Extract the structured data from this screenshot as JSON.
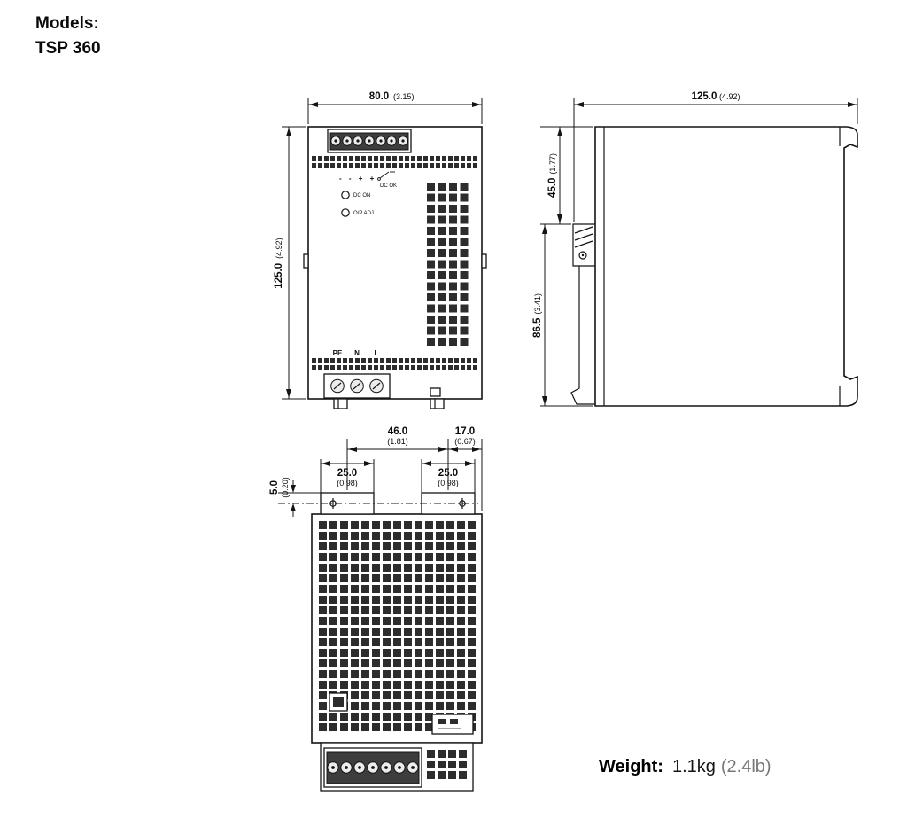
{
  "header": {
    "models_label": "Models:",
    "model_name": "TSP 360"
  },
  "front_view": {
    "dim_width": {
      "mm": "80.0",
      "inch": "(3.15)"
    },
    "dim_height": {
      "mm": "125.0",
      "inch": "(4.92)"
    },
    "terminal_labels": "- -  + +",
    "dc_ok_label": "DC OK",
    "dc_on_label": "DC ON",
    "op_adj_label": "O/P ADJ.",
    "pe_label": "PE",
    "n_label": "N",
    "l_label": "L"
  },
  "side_view": {
    "dim_width": {
      "mm": "125.0",
      "inch": "(4.92)"
    },
    "dim_upper": {
      "mm": "45.0",
      "inch": "(1.77)"
    },
    "dim_lower": {
      "mm": "86.5",
      "inch": "(3.41)"
    }
  },
  "bottom_view": {
    "dim_span": {
      "mm": "46.0",
      "inch": "(1.81)"
    },
    "dim_offset": {
      "mm": "17.0",
      "inch": "(0.67)"
    },
    "dim_tab_left": {
      "mm": "25.0",
      "inch": "(0.98)"
    },
    "dim_tab_right": {
      "mm": "25.0",
      "inch": "(0.98)"
    },
    "dim_depth": {
      "mm": "5.0",
      "inch": "(0.20)"
    }
  },
  "footer": {
    "weight_label": "Weight:",
    "weight_value": "1.1kg",
    "weight_alt": "(2.4lb)"
  }
}
